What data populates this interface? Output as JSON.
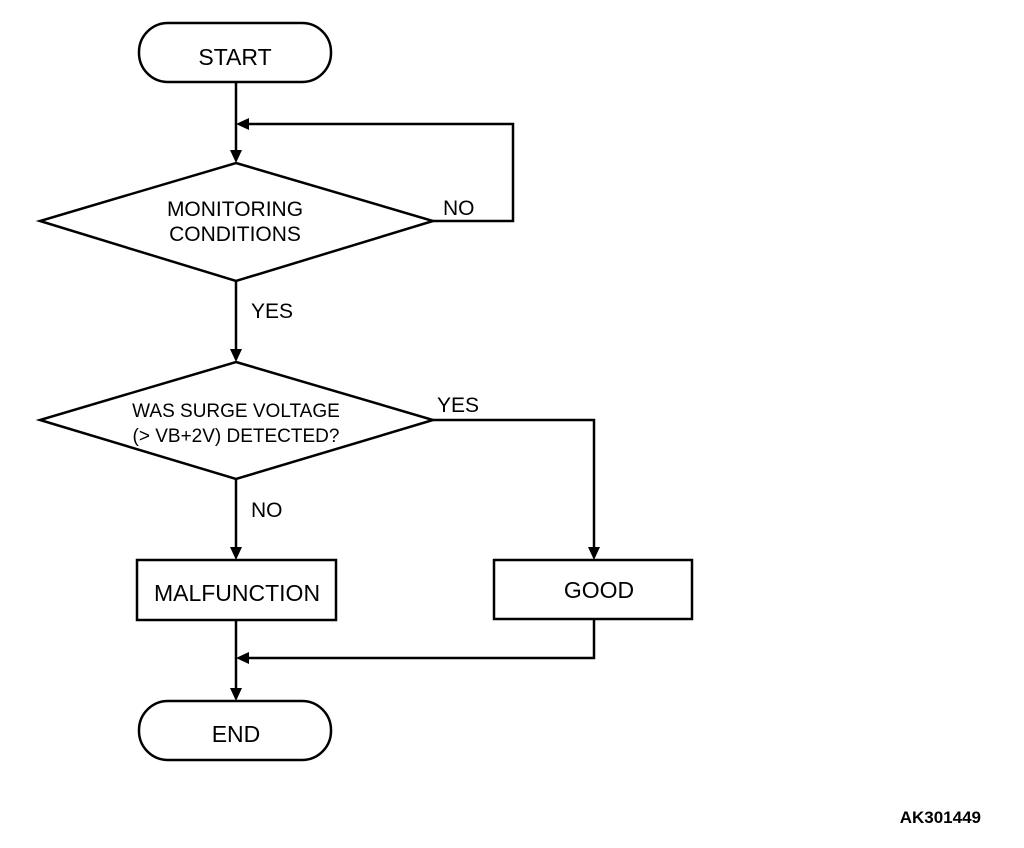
{
  "nodes": {
    "start": "START",
    "monitoring": [
      "MONITORING",
      "CONDITIONS"
    ],
    "surge": [
      "WAS SURGE VOLTAGE",
      "(> VB+2V) DETECTED?"
    ],
    "malfunction": "MALFUNCTION",
    "good": "GOOD",
    "end": "END"
  },
  "edges": {
    "monitoring_no": "NO",
    "monitoring_yes": "YES",
    "surge_yes": "YES",
    "surge_no": "NO"
  },
  "figure_id": "AK301449"
}
